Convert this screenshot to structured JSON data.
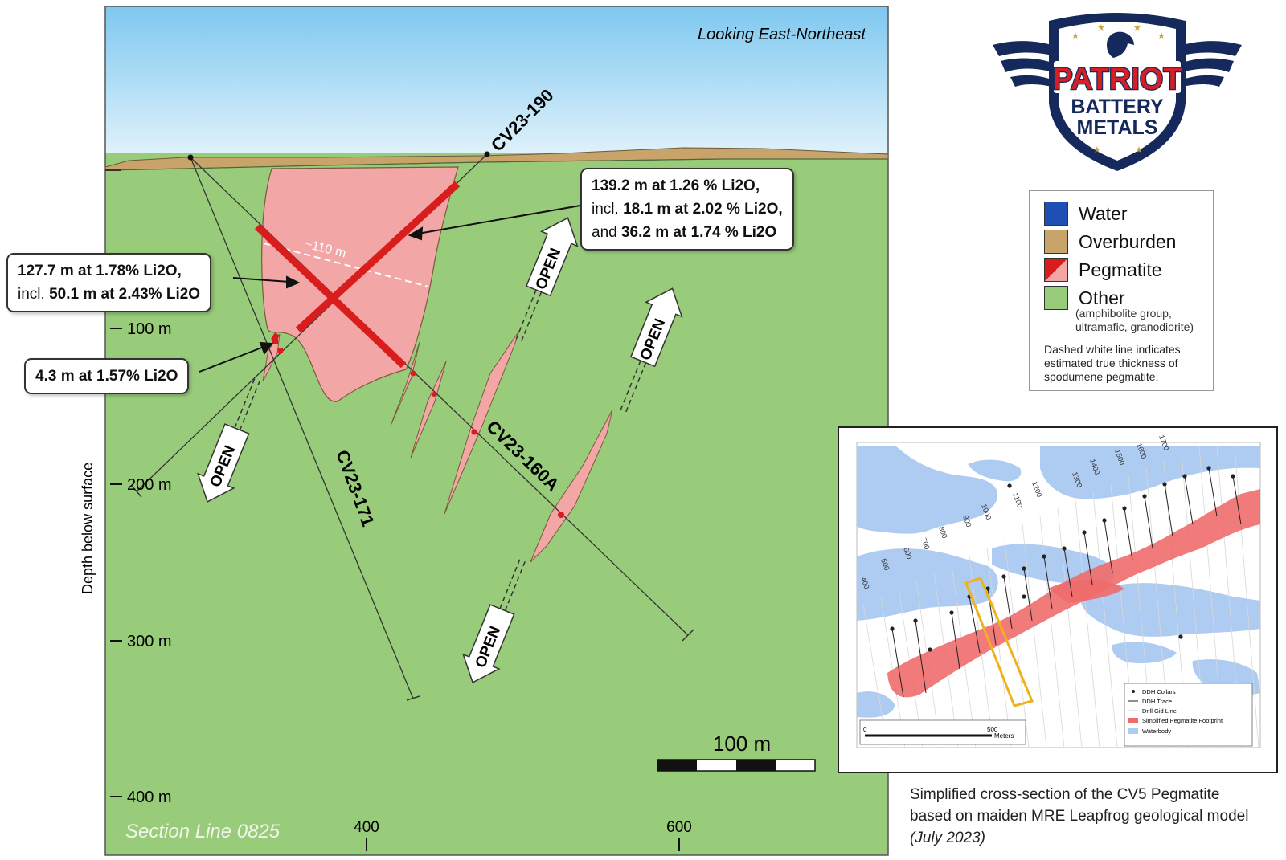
{
  "section": {
    "view_direction": "Looking East-Northeast",
    "section_label": "Section Line 0825",
    "y_axis_label": "Depth below surface",
    "depth_ticks": [
      "100 m",
      "200 m",
      "300 m",
      "400 m"
    ],
    "x_ticks": [
      "400",
      "600"
    ],
    "scale_bar_label": "100 m",
    "true_thickness_label": "~110 m",
    "open_label": "OPEN",
    "holes": [
      "CV23-190",
      "CV23-171",
      "CV23-160A"
    ]
  },
  "callouts": {
    "c1": {
      "l1_bold": "139.2 m at 1.26 % Li2O,",
      "l2_pre": "incl. ",
      "l2_bold": "18.1 m at 2.02 % Li2O,",
      "l3_pre": "and ",
      "l3_bold": "36.2 m at 1.74 % Li2O"
    },
    "c2": {
      "l1_bold": "127.7 m at 1.78% Li2O,",
      "l2_pre": "incl. ",
      "l2_bold": "50.1 m at 2.43% Li2O"
    },
    "c3": {
      "l1_bold": "4.3 m at 1.57% Li2O"
    }
  },
  "logo": {
    "line1": "PATRIOT",
    "line2": "BATTERY",
    "line3": "METALS"
  },
  "legend": {
    "items": [
      {
        "label": "Water",
        "color": "#1e4fb5"
      },
      {
        "label": "Overburden",
        "color": "#c8a46a"
      },
      {
        "label": "Pegmatite",
        "color": "#f3a6a6"
      },
      {
        "label": "Other",
        "color": "#99cc7a"
      }
    ],
    "other_sub1": "(amphibolite group,",
    "other_sub2": "ultramafic, granodiorite)",
    "note1": "Dashed white line indicates",
    "note2": "estimated true thickness of",
    "note3": "spodumene pegmatite."
  },
  "inset": {
    "grid_labels": [
      "400",
      "500",
      "600",
      "700",
      "800",
      "900",
      "1000",
      "1100",
      "1200",
      "1300",
      "1400",
      "1500",
      "1600",
      "1700"
    ],
    "legend": [
      "DDH Collars",
      "DDH Trace",
      "Drill Gid Line",
      "Simplified Pegmatite Footprint",
      "Waterbody"
    ],
    "scale_0": "0",
    "scale_500": "500",
    "scale_unit": "Meters"
  },
  "caption": {
    "line1": "Simplified cross-section of the CV5 Pegmatite",
    "line2": "based on maiden MRE Leapfrog geological model",
    "line3": "(July 2023)"
  },
  "colors": {
    "sky": "#bfe3f7",
    "ground": "#99cc7a",
    "overburden": "#c8a46a",
    "pegmatite": "#f3a6a6",
    "intercept": "#d91c1c",
    "water": "#aecbf1"
  }
}
